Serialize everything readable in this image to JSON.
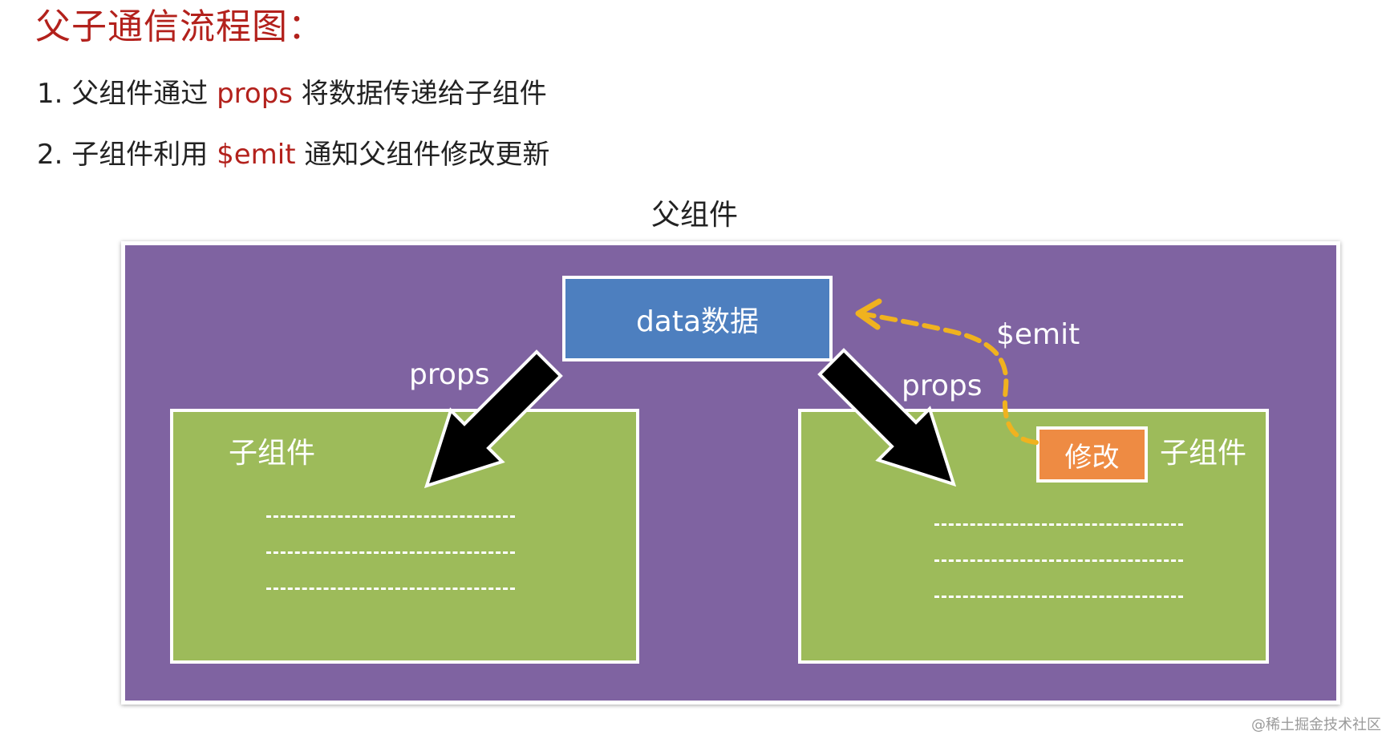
{
  "title": "父子通信流程图：",
  "points": [
    {
      "number": "1.",
      "before": " 父组件通过 ",
      "keyword": "props",
      "after": " 将数据传递给子组件"
    },
    {
      "number": "2.",
      "before": " 子组件利用 ",
      "keyword": "$emit",
      "after": " 通知父组件修改更新"
    }
  ],
  "diagram": {
    "parent_label": "父组件",
    "data_box": "data数据",
    "left_child_label": "子组件",
    "right_child_label": "子组件",
    "modify_box": "修改",
    "left_edge_label": "props",
    "right_edge_label": "props",
    "emit_label": "$emit"
  },
  "watermark": "@稀土掘金技术社区",
  "colors": {
    "title_red": "#b3211c",
    "parent_purple": "#7f63a1",
    "data_blue": "#4d7fbf",
    "child_green": "#9dbb5a",
    "modify_orange": "#ee8b43",
    "emit_arrow_yellow": "#f0b21f"
  }
}
